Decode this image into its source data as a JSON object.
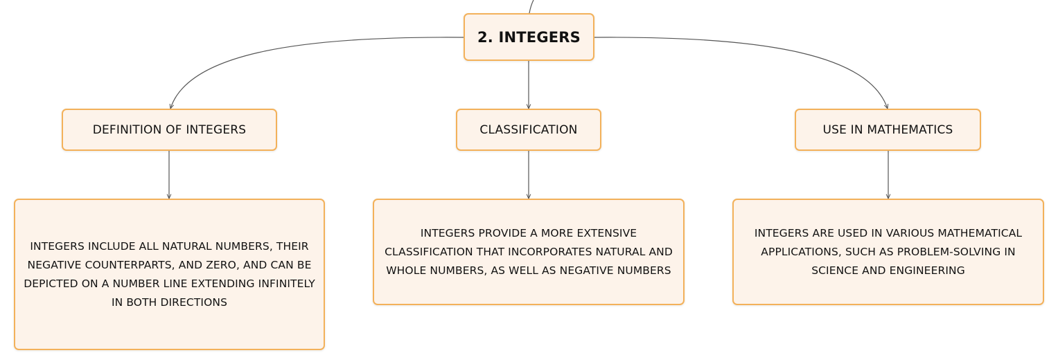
{
  "root": {
    "label": "2. INTEGERS"
  },
  "topics": [
    {
      "label": "DEFINITION OF INTEGERS",
      "detail": "INTEGERS INCLUDE ALL NATURAL NUMBERS, THEIR NEGATIVE COUNTERPARTS, AND ZERO, AND CAN BE DEPICTED ON A NUMBER LINE EXTENDING INFINITELY IN BOTH DIRECTIONS"
    },
    {
      "label": "CLASSIFICATION",
      "detail": "INTEGERS PROVIDE A MORE EXTENSIVE CLASSIFICATION THAT INCORPORATES NATURAL AND WHOLE NUMBERS, AS WELL AS NEGATIVE NUMBERS"
    },
    {
      "label": "USE IN MATHEMATICS",
      "detail": "INTEGERS ARE USED IN VARIOUS MATHEMATICAL APPLICATIONS, SUCH AS PROBLEM-SOLVING IN SCIENCE AND ENGINEERING"
    }
  ],
  "colors": {
    "node_fill": "#fdf3ea",
    "node_border": "#f3b15a",
    "connector": "#555555"
  }
}
